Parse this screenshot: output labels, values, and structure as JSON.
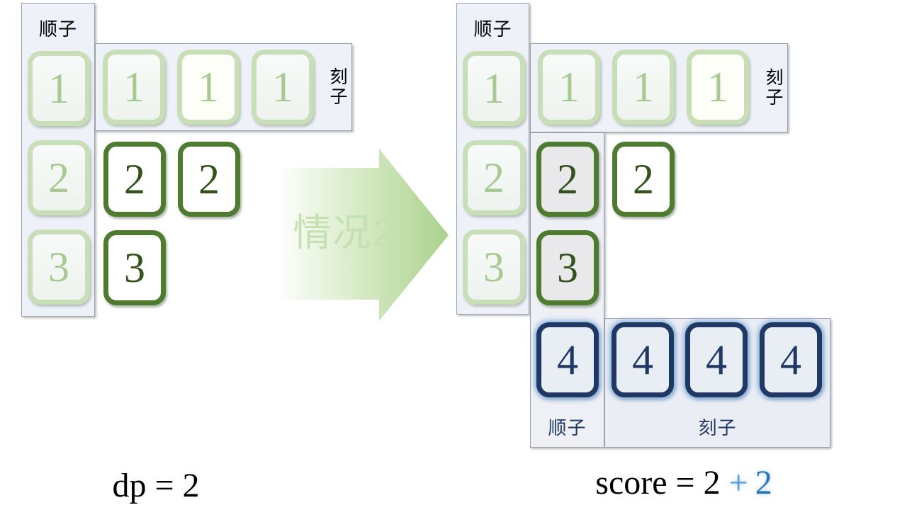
{
  "left": {
    "shunzi_label": "顺子",
    "kezi_label": "刻子",
    "column_tiles": [
      "1",
      "2",
      "3"
    ],
    "kezi_tiles": [
      "1",
      "1",
      "1"
    ],
    "extra_tiles": [
      "2",
      "2",
      "3"
    ],
    "caption": "dp = 2"
  },
  "arrow": {
    "label": "情况2"
  },
  "right": {
    "shunzi_label": "顺子",
    "kezi_label": "刻子",
    "column_tiles": [
      "1",
      "2",
      "3"
    ],
    "kezi_tiles": [
      "1",
      "1",
      "1"
    ],
    "highlight_tiles": [
      "2",
      "3"
    ],
    "white_tile": "2",
    "quad_tiles": [
      "4",
      "4",
      "4",
      "4"
    ],
    "bottom_shunzi_label": "顺子",
    "bottom_kezi_label": "刻子",
    "caption_prefix": "score = 2",
    "caption_plus": "+",
    "caption_added": "2"
  },
  "colors": {
    "light_green_border": "#c8deb6",
    "light_green_text": "#a6ca92",
    "dark_green_border": "#4e7b2f",
    "dark_green_text": "#33531d",
    "navy": "#1f3864",
    "navy_glow": "#8fb6de",
    "box_bg": "#eef1f8",
    "gray_tile_bg": "#e9e9eb",
    "arrow_green": "#abd18c",
    "arrow_text_green": "#c5e1b2",
    "score_plus_blue": "#5b9bd5",
    "score_added_blue": "#2e75b6"
  }
}
